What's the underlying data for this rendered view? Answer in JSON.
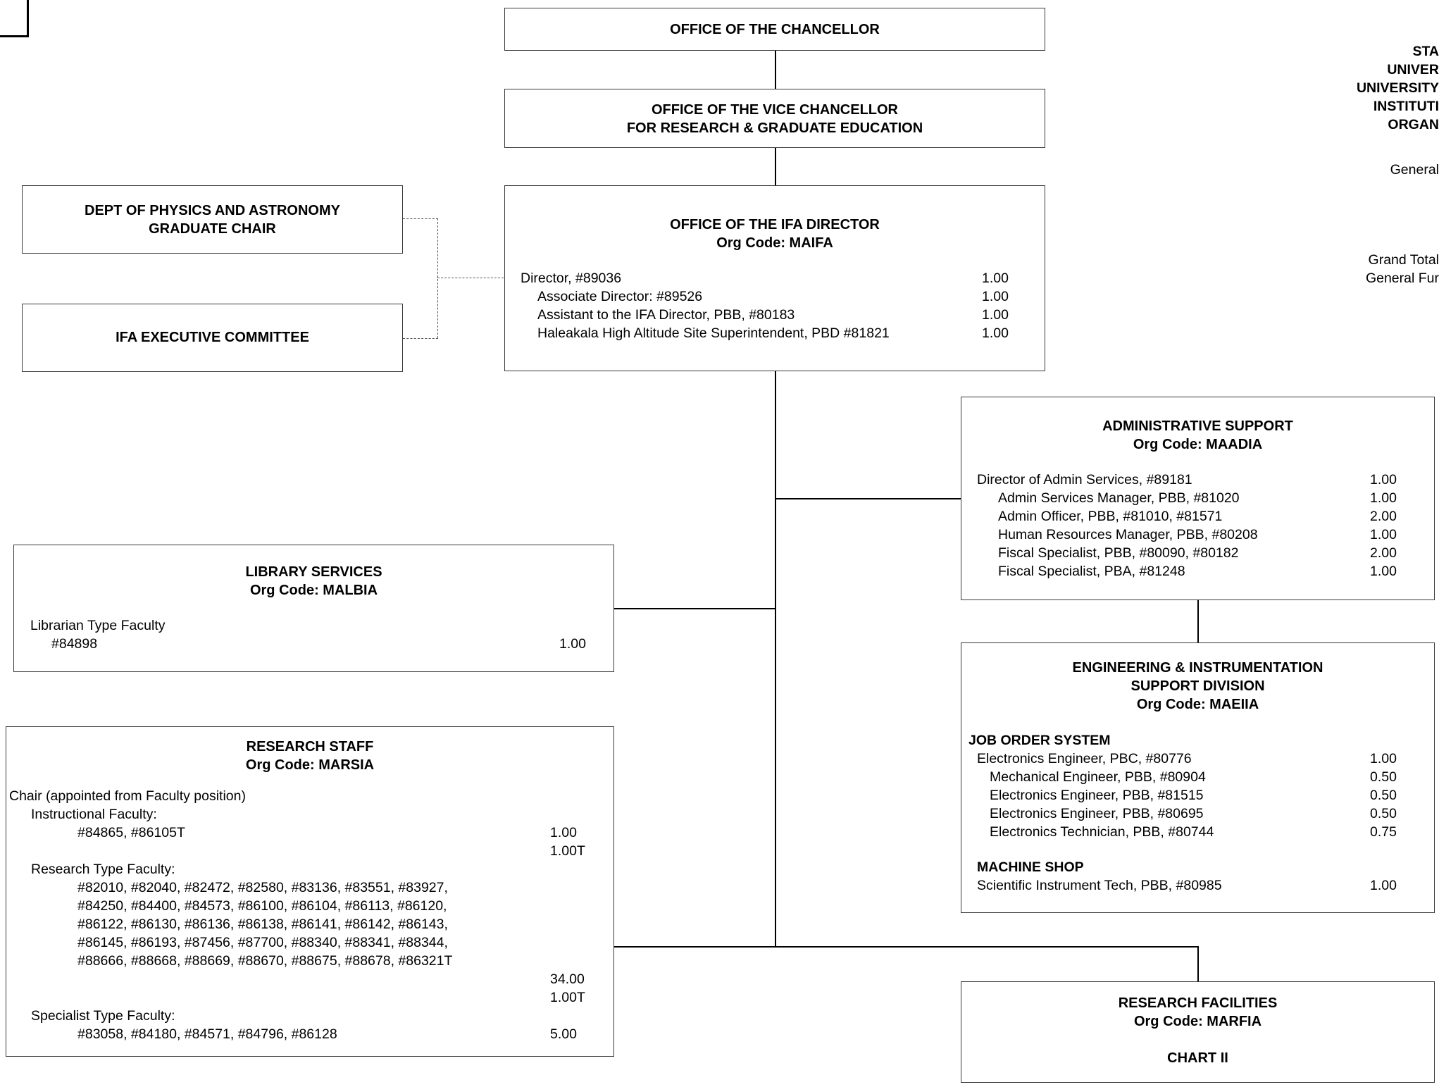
{
  "chancellor": "OFFICE OF THE CHANCELLOR",
  "vice_chancellor": [
    "OFFICE OF THE VICE CHANCELLOR",
    "FOR RESEARCH & GRADUATE EDUCATION"
  ],
  "physics": [
    "DEPT OF PHYSICS AND ASTRONOMY",
    "GRADUATE CHAIR"
  ],
  "executive_committee": "IFA EXECUTIVE COMMITTEE",
  "ifa_director": {
    "title": "OFFICE OF THE IFA DIRECTOR",
    "org_code": "Org Code: MAIFA",
    "rows": [
      {
        "label": "Director,  #89036",
        "value": "1.00"
      },
      {
        "label": "Associate Director: #89526",
        "value": "1.00"
      },
      {
        "label": "Assistant to the IFA Director, PBB, #80183",
        "value": "1.00"
      },
      {
        "label": "Haleakala High Altitude Site Superintendent, PBD  #81821",
        "value": "1.00"
      }
    ]
  },
  "admin_support": {
    "title": "ADMINISTRATIVE SUPPORT",
    "org_code": "Org Code: MAADIA",
    "rows": [
      {
        "label": "Director of Admin Services, #89181",
        "value": "1.00"
      },
      {
        "label": "Admin Services Manager, PBB, #81020",
        "value": "1.00"
      },
      {
        "label": "Admin Officer, PBB, #81010, #81571",
        "value": "2.00"
      },
      {
        "label": "Human Resources Manager, PBB, #80208",
        "value": "1.00"
      },
      {
        "label": "Fiscal Specialist, PBB, #80090, #80182",
        "value": "2.00"
      },
      {
        "label": "Fiscal Specialist, PBA, #81248",
        "value": "1.00"
      }
    ]
  },
  "library": {
    "title": "LIBRARY SERVICES",
    "org_code": "Org Code: MALBIA",
    "rows": [
      {
        "label": "Librarian Type Faculty",
        "value": ""
      },
      {
        "label": "#84898",
        "value": "1.00"
      }
    ]
  },
  "engineering": {
    "title": [
      "ENGINEERING & INSTRUMENTATION",
      "SUPPORT DIVISION"
    ],
    "org_code": "Org Code: MAEIIA",
    "job_order_heading": "JOB ORDER SYSTEM",
    "job_order_rows": [
      {
        "label": "Electronics Engineer, PBC, #80776",
        "value": "1.00"
      },
      {
        "label": "Mechanical Engineer, PBB, #80904",
        "value": "0.50"
      },
      {
        "label": "Electronics Engineer, PBB, #81515",
        "value": "0.50"
      },
      {
        "label": "Electronics Engineer, PBB, #80695",
        "value": "0.50"
      },
      {
        "label": "Electronics Technician, PBB, #80744",
        "value": "0.75"
      }
    ],
    "machine_shop_heading": "MACHINE SHOP",
    "machine_shop_rows": [
      {
        "label": "Scientific Instrument Tech, PBB, #80985",
        "value": "1.00"
      }
    ]
  },
  "research_staff": {
    "title": "RESEARCH STAFF",
    "org_code": "Org Code: MARSIA",
    "chair": "Chair (appointed from Faculty position)",
    "instructional_label": "Instructional Faculty:",
    "instructional_positions": "#84865,  #86105T",
    "instructional_values": [
      "1.00",
      "1.00T"
    ],
    "research_label": "Research Type Faculty:",
    "research_positions": [
      "#82010, #82040, #82472, #82580, #83136, #83551, #83927,",
      "#84250, #84400, #84573, #86100, #86104, #86113, #86120,",
      "#86122, #86130, #86136, #86138, #86141, #86142, #86143,",
      "#86145, #86193, #87456, #87700, #88340, #88341, #88344,",
      "#88666, #88668, #88669, #88670, #88675, #88678, #86321T"
    ],
    "research_values": [
      "34.00",
      "1.00T"
    ],
    "specialist_label": "Specialist Type Faculty:",
    "specialist_positions": "#83058, #84180, #84571, #84796, #86128",
    "specialist_value": "5.00"
  },
  "facilities": {
    "title": "RESEARCH FACILITIES",
    "org_code": "Org Code: MARFIA",
    "chart": "CHART II"
  },
  "side_header": [
    "STA",
    "UNIVER",
    "UNIVERSITY",
    "INSTITUTI",
    "ORGAN"
  ],
  "side_general": "General",
  "side_totals": [
    "Grand Total",
    "General Fur"
  ]
}
